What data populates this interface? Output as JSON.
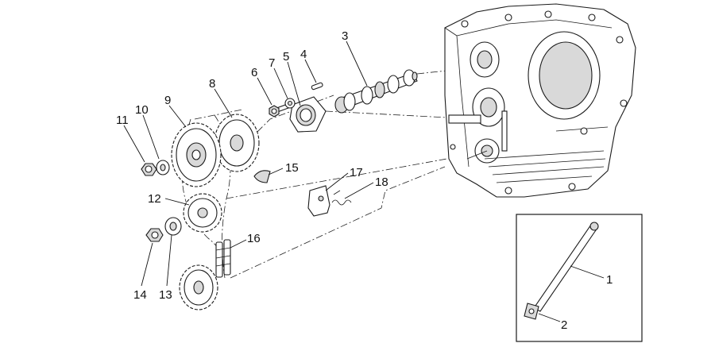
{
  "callouts": [
    {
      "id": "1",
      "label": "1"
    },
    {
      "id": "2",
      "label": "2"
    },
    {
      "id": "3",
      "label": "3"
    },
    {
      "id": "4",
      "label": "4"
    },
    {
      "id": "5",
      "label": "5"
    },
    {
      "id": "6",
      "label": "6"
    },
    {
      "id": "7",
      "label": "7"
    },
    {
      "id": "8",
      "label": "8"
    },
    {
      "id": "9",
      "label": "9"
    },
    {
      "id": "10",
      "label": "10"
    },
    {
      "id": "11",
      "label": "11"
    },
    {
      "id": "12",
      "label": "12"
    },
    {
      "id": "13",
      "label": "13"
    },
    {
      "id": "14",
      "label": "14"
    },
    {
      "id": "15",
      "label": "15"
    },
    {
      "id": "16",
      "label": "16"
    },
    {
      "id": "17",
      "label": "17"
    },
    {
      "id": "18",
      "label": "18"
    }
  ],
  "colors": {
    "line": "#1a1a1a",
    "shade": "#d9d9d9",
    "background": "#ffffff"
  }
}
